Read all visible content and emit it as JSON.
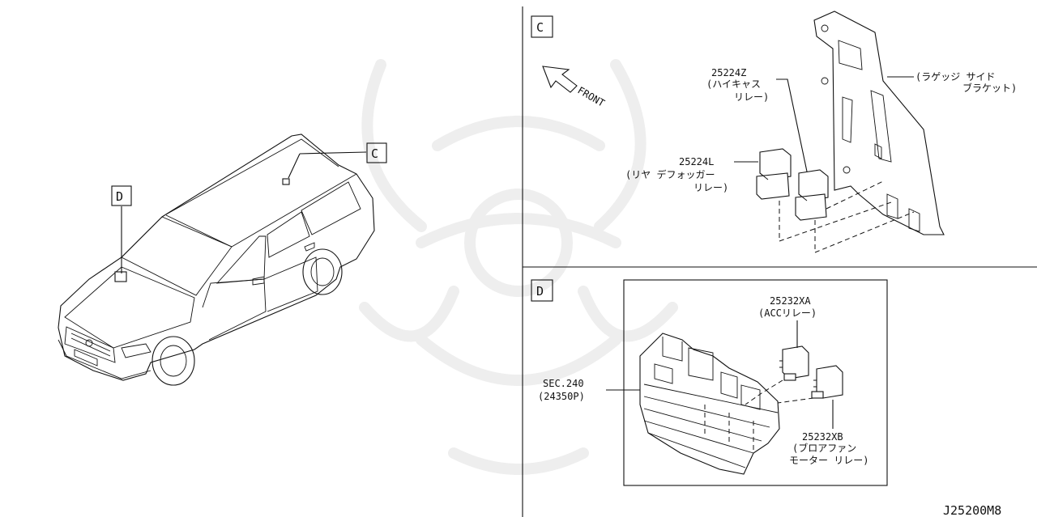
{
  "panels": {
    "c": {
      "tag": "C",
      "front_label": "FRONT",
      "parts": [
        {
          "number": "25224Z",
          "desc": [
            "(ハイキャス",
            "リレー)"
          ]
        },
        {
          "number": "25224L",
          "desc": [
            "(リヤ デフォッガー",
            "リレー)"
          ]
        }
      ],
      "bracket": [
        "(ラゲッジ サイド",
        "ブラケット)"
      ]
    },
    "d": {
      "tag": "D",
      "parts": [
        {
          "number": "25232XA",
          "desc": [
            "(ACCリレー)"
          ]
        },
        {
          "number": "25232XB",
          "desc": [
            "(ブロアファン",
            "モーター リレー)"
          ]
        }
      ],
      "sec_ref": [
        "SEC.240",
        "(24350P)"
      ]
    }
  },
  "vehicle": {
    "callouts": [
      "C",
      "D"
    ]
  },
  "diagram_code": "J25200M8"
}
